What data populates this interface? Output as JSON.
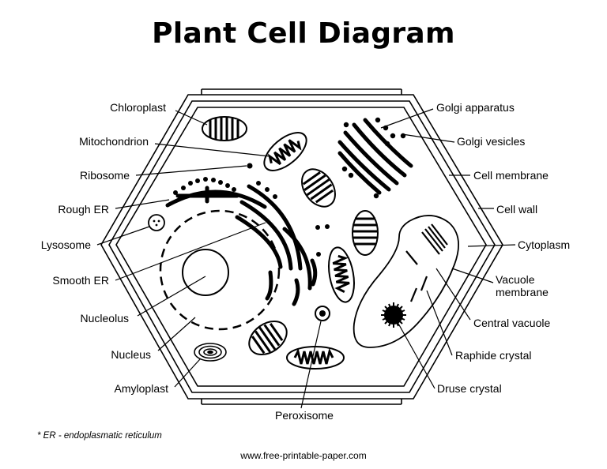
{
  "title": "Plant Cell Diagram",
  "labels": {
    "chloroplast": "Chloroplast",
    "mitochondrion": "Mitochondrion",
    "ribosome": "Ribosome",
    "rough_er": "Rough ER",
    "lysosome": "Lysosome",
    "smooth_er": "Smooth ER",
    "nucleolus": "Nucleolus",
    "nucleus": "Nucleus",
    "amyloplast": "Amyloplast",
    "peroxisome": "Peroxisome",
    "golgi_apparatus": "Golgi apparatus",
    "golgi_vesicles": "Golgi vesicles",
    "cell_membrane": "Cell membrane",
    "cell_wall": "Cell wall",
    "cytoplasm": "Cytoplasm",
    "vacuole_membrane_line1": "Vacuole",
    "vacuole_membrane_line2": "membrane",
    "central_vacuole": "Central vacuole",
    "raphide_crystal": "Raphide crystal",
    "druse_crystal": "Druse crystal"
  },
  "footnote": "* ER - endoplasmatic reticulum",
  "footer": "www.free-printable-paper.com"
}
